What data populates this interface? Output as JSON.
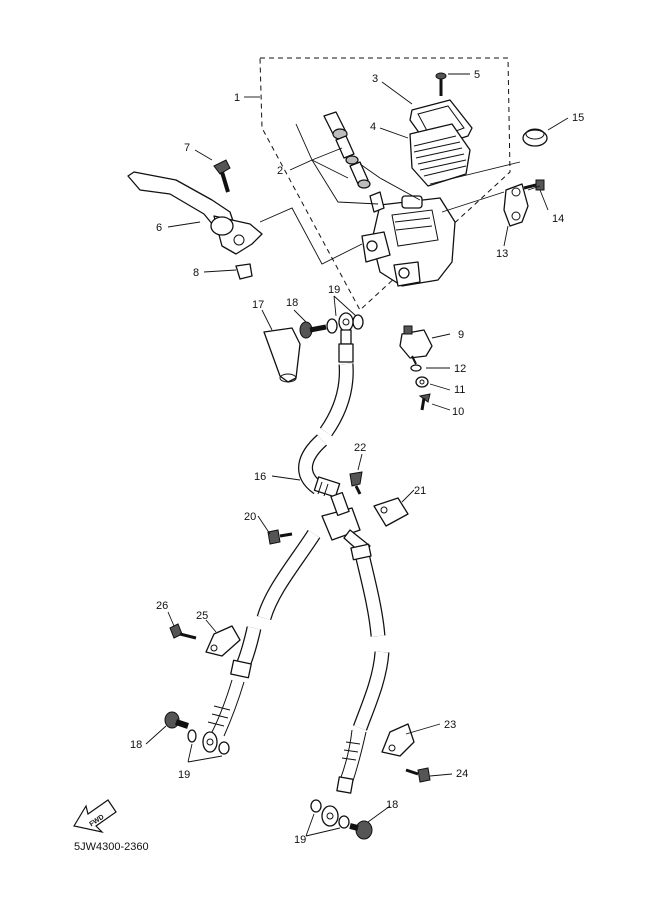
{
  "diagram": {
    "part_code": "5JW4300-2360",
    "fwd_label": "FWD",
    "callouts": [
      "1",
      "2",
      "3",
      "4",
      "5",
      "6",
      "7",
      "8",
      "9",
      "10",
      "11",
      "12",
      "13",
      "14",
      "15",
      "16",
      "17",
      "18",
      "18",
      "18",
      "19",
      "19",
      "19",
      "20",
      "21",
      "22",
      "23",
      "24",
      "25",
      "26"
    ]
  }
}
